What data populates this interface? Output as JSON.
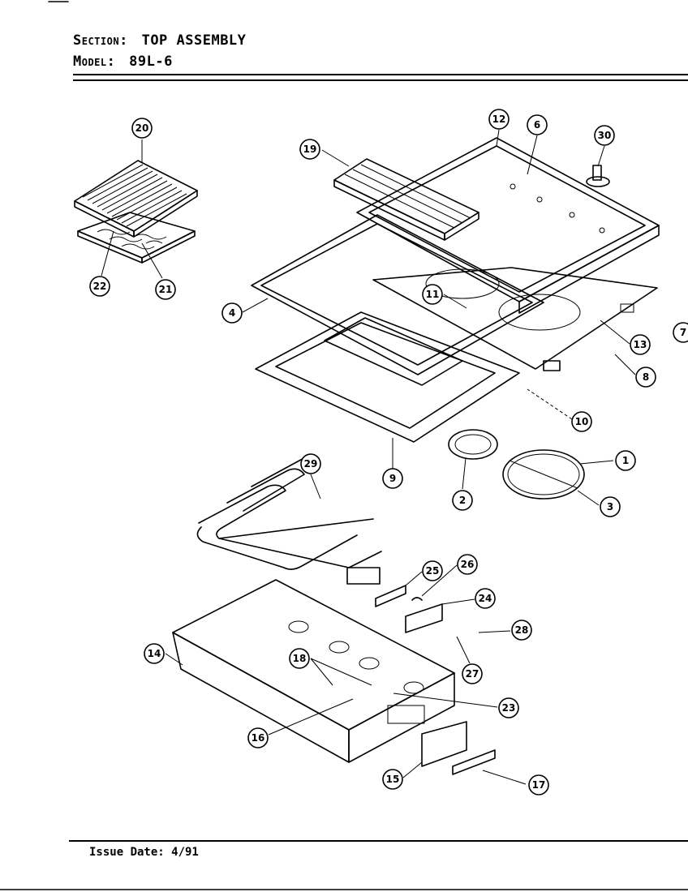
{
  "header": {
    "section_label": "Section:",
    "section_value": "TOP ASSEMBLY",
    "model_label": "Model:",
    "model_value": "89L-6"
  },
  "footer": {
    "issue_date": "Issue Date: 4/91"
  },
  "callouts": [
    {
      "id": "c1",
      "label": "1"
    },
    {
      "id": "c2",
      "label": "2"
    },
    {
      "id": "c3",
      "label": "3"
    },
    {
      "id": "c4",
      "label": "4"
    },
    {
      "id": "c6",
      "label": "6"
    },
    {
      "id": "c7",
      "label": "7"
    },
    {
      "id": "c8",
      "label": "8"
    },
    {
      "id": "c9",
      "label": "9"
    },
    {
      "id": "c10",
      "label": "10"
    },
    {
      "id": "c11",
      "label": "11"
    },
    {
      "id": "c12",
      "label": "12"
    },
    {
      "id": "c13",
      "label": "13"
    },
    {
      "id": "c14",
      "label": "14"
    },
    {
      "id": "c15",
      "label": "15"
    },
    {
      "id": "c16",
      "label": "16"
    },
    {
      "id": "c17",
      "label": "17"
    },
    {
      "id": "c18",
      "label": "18"
    },
    {
      "id": "c19",
      "label": "19"
    },
    {
      "id": "c20",
      "label": "20"
    },
    {
      "id": "c21",
      "label": "21"
    },
    {
      "id": "c22",
      "label": "22"
    },
    {
      "id": "c23",
      "label": "23"
    },
    {
      "id": "c24",
      "label": "24"
    },
    {
      "id": "c25",
      "label": "25"
    },
    {
      "id": "c26",
      "label": "26"
    },
    {
      "id": "c27",
      "label": "27"
    },
    {
      "id": "c28",
      "label": "28"
    },
    {
      "id": "c29",
      "label": "29"
    },
    {
      "id": "c30",
      "label": "30"
    }
  ]
}
